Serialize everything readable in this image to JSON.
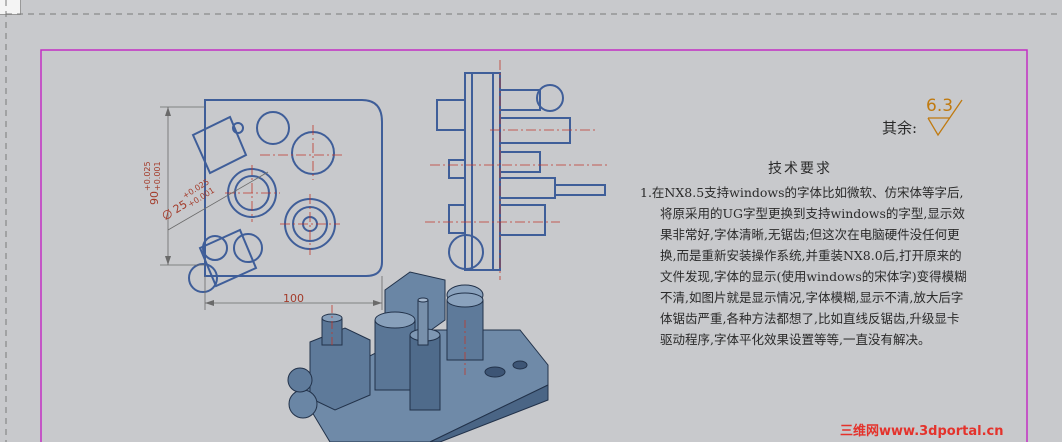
{
  "drawing": {
    "dim_100": "100",
    "dim_vertical": "90",
    "dim_vertical_tol_upper": "+0.025",
    "dim_vertical_tol_lower": "+0.001",
    "dim_diameter": "25",
    "dim_diameter_tol_upper": "+0.025",
    "dim_diameter_tol_lower": "+0.001",
    "remaining_label": "其余:",
    "roughness_value": "6.3"
  },
  "technical_requirements": {
    "title": "技术要求",
    "item_1": "1.在NX8.5支持windows的字体比如微软、仿宋体等字后,将原采用的UG字型更换到支持windows的字型,显示效果非常好,字体清晰,无锯齿;但这次在电脑硬件没任何更换,而是重新安装操作系统,并重装NX8.0后,打开原来的文件发现,字体的显示(使用windows的宋体字)变得模糊不清,如图片就是显示情况,字体模糊,显示不清,放大后字体锯齿严重,各种方法都想了,比如直线反锯齿,升级显卡驱动程序,字体平化效果设置等等,一直没有解决。"
  },
  "watermark": "三维网www.3dportal.cn",
  "colors": {
    "background": "#c8c9cc",
    "border": "#c22fc4",
    "outline": "#3f5e99",
    "centerline": "#c0392b",
    "dimension": "#a33b2a",
    "watermark": "#e4322b"
  }
}
